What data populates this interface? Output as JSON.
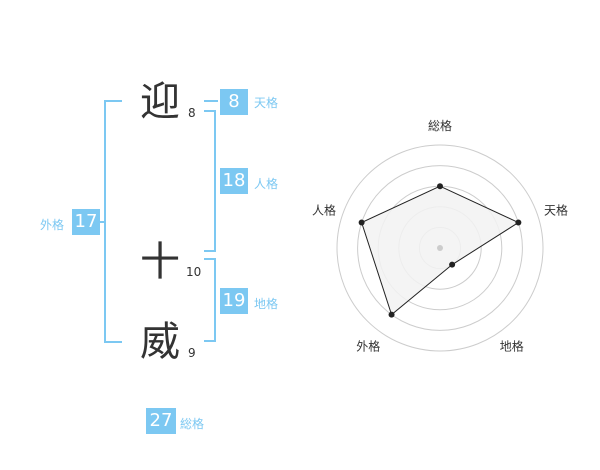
{
  "name_chars": [
    {
      "char": "迎",
      "strokes": "8"
    },
    {
      "char": "十",
      "strokes": "10"
    },
    {
      "char": "威",
      "strokes": "9"
    }
  ],
  "fortunes": {
    "tenkaku": {
      "value": "8",
      "label": "天格"
    },
    "jinkaku": {
      "value": "18",
      "label": "人格"
    },
    "chikaku": {
      "value": "19",
      "label": "地格"
    },
    "gaikaku": {
      "value": "17",
      "label": "外格"
    },
    "soukaku": {
      "value": "27",
      "label": "総格"
    }
  },
  "colors": {
    "accent": "#7cc8f2",
    "text": "#333333",
    "radar_fill": "#f2f2f2",
    "ring": "#cccccc"
  },
  "chart_data": {
    "type": "radar",
    "axes": [
      "総格",
      "天格",
      "地格",
      "外格",
      "人格"
    ],
    "values": [
      3,
      4,
      1,
      4,
      4
    ],
    "max": 5
  }
}
